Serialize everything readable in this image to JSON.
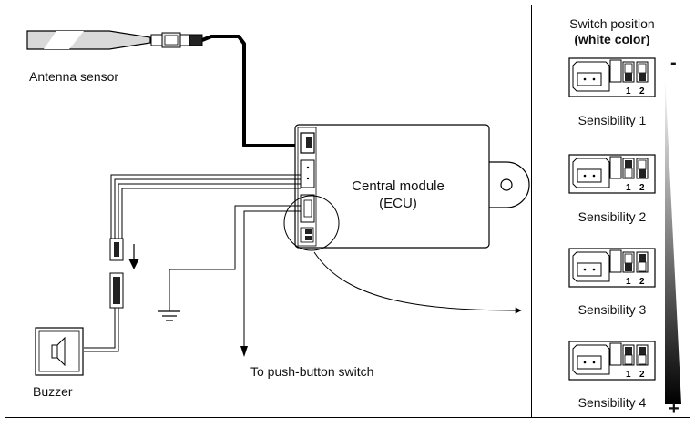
{
  "labels": {
    "antenna_sensor": "Antenna sensor",
    "buzzer": "Buzzer",
    "push_button": "To push-button switch",
    "central_module_line1": "Central module",
    "central_module_line2": "(ECU)"
  },
  "switch_panel": {
    "title_line1": "Switch position",
    "title_line2": "(white color)",
    "dip_label_1": "1",
    "dip_label_2": "2",
    "scale_min": "-",
    "scale_max": "+",
    "items": [
      {
        "label": "Sensibility 1"
      },
      {
        "label": "Sensibility 2"
      },
      {
        "label": "Sensibility 3"
      },
      {
        "label": "Sensibility 4"
      }
    ]
  }
}
